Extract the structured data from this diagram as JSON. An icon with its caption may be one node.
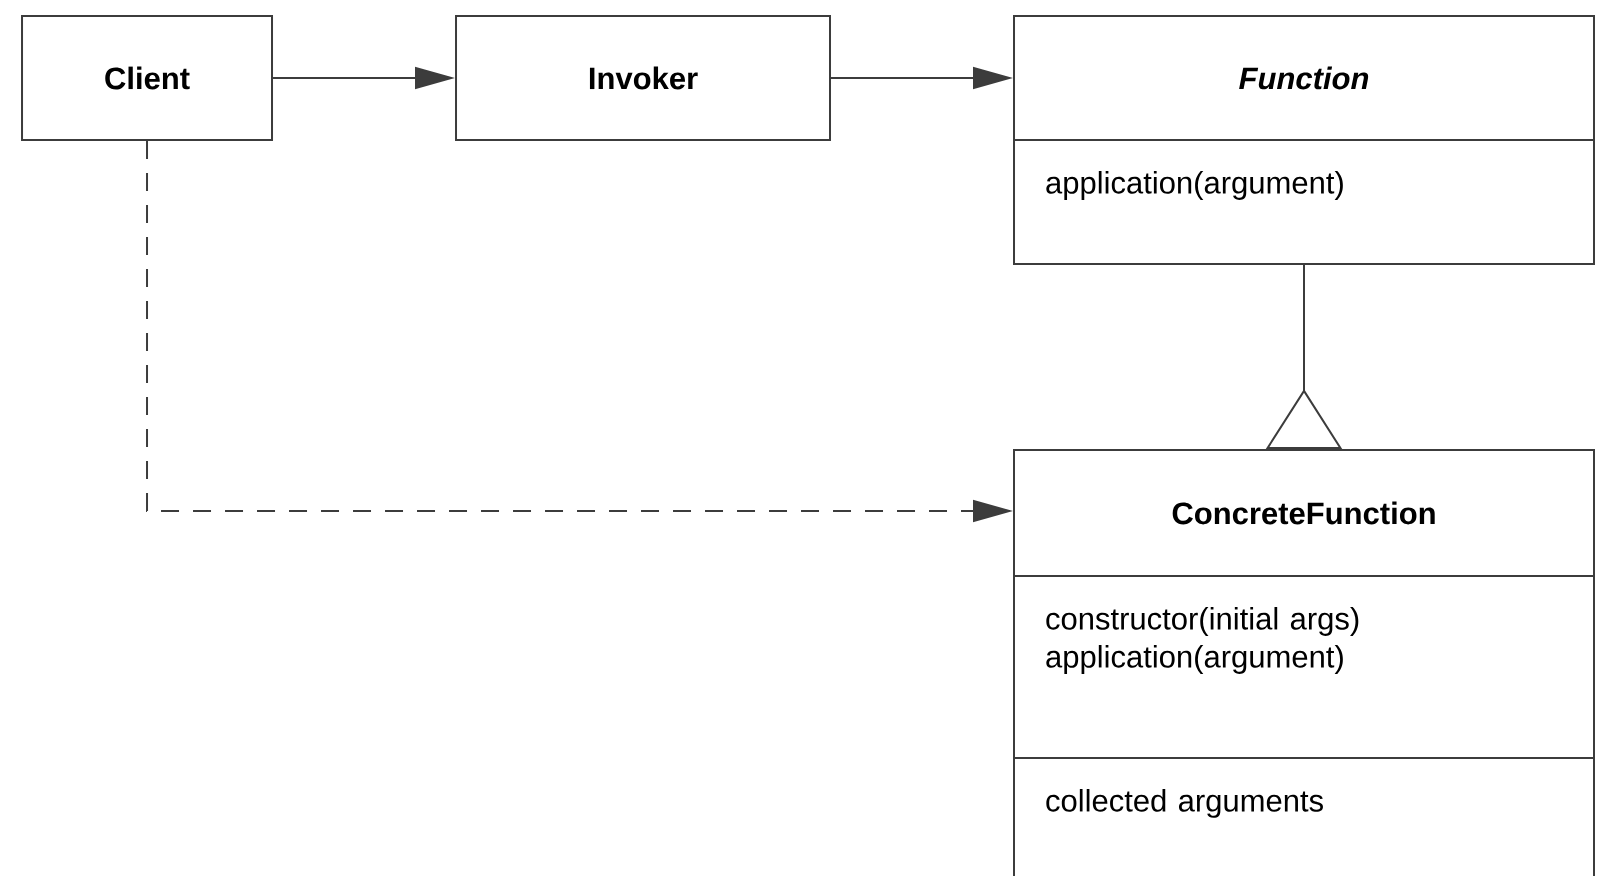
{
  "diagram": {
    "nodes": [
      {
        "text": [
          "Client"
        ]
      },
      {
        "text": [
          "Invoker"
        ]
      },
      {
        "text": [
          "Function",
          "application(argument)"
        ]
      },
      {
        "text": [
          "ConcreteFunction",
          "constructor(initial args) application(argument)",
          "collected arguments"
        ]
      }
    ],
    "edges": [
      {
        "from": 0,
        "to": 1,
        "arrow": "to"
      },
      {
        "from": 1,
        "to": 2,
        "arrow": "to"
      },
      {
        "from": 2,
        "to": 3,
        "arrow": "other"
      },
      {
        "from": 0,
        "to": 3,
        "arrow": "to",
        "style": "dashed"
      }
    ]
  }
}
